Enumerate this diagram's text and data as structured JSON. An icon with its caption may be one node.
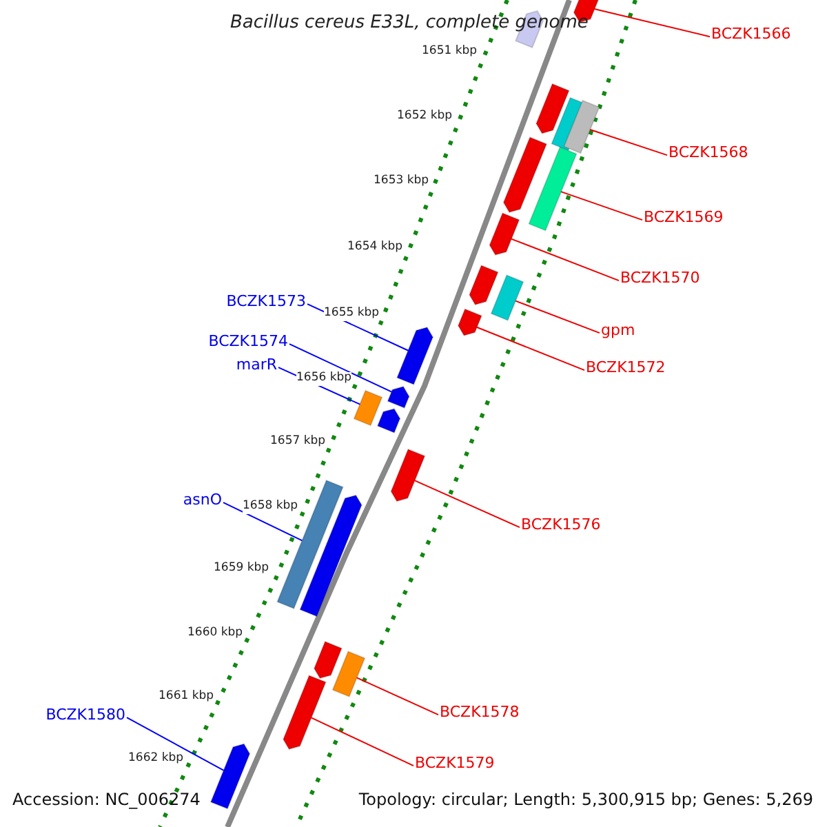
{
  "diagram": {
    "title": "Bacillus cereus E33L, complete genome",
    "nodes": [
      {
        "text": [
          "BCZK1566"
        ]
      },
      {
        "text": [
          "BCZK1568"
        ]
      },
      {
        "text": [
          "BCZK1569"
        ]
      },
      {
        "text": [
          "BCZK1570"
        ]
      },
      {
        "text": [
          "BCZK1573"
        ]
      },
      {
        "text": [
          "gpm"
        ]
      },
      {
        "text": [
          "BCZK1574"
        ]
      },
      {
        "text": [
          "marR"
        ]
      },
      {
        "text": [
          "BCZK1572"
        ]
      },
      {
        "text": [
          "asnO"
        ]
      },
      {
        "text": [
          "BCZK1576"
        ]
      },
      {
        "text": [
          "BCZK1578"
        ]
      },
      {
        "text": [
          "BCZK1580"
        ]
      },
      {
        "text": [
          "BCZK1579"
        ]
      },
      {
        "text": [],
        "shape": "bar"
      },
      {
        "text": [],
        "shape": "bar"
      },
      {
        "text": [],
        "shape": "bar"
      },
      {
        "text": [],
        "shape": "bar"
      },
      {
        "text": [],
        "shape": "bar"
      },
      {
        "text": [],
        "shape": "bar"
      },
      {
        "text": [],
        "shape": "bar"
      },
      {
        "text": [],
        "shape": "bar"
      },
      {
        "text": [],
        "shape": "bar"
      },
      {
        "text": [],
        "shape": "bar"
      },
      {
        "text": [],
        "shape": "bar"
      },
      {
        "text": [],
        "shape": "bar"
      },
      {
        "text": [],
        "shape": "bar"
      },
      {
        "text": [],
        "shape": "bar"
      },
      {
        "text": [],
        "shape": "bar"
      },
      {
        "text": [],
        "shape": "bar"
      },
      {
        "text": [],
        "shape": "bar"
      },
      {
        "text": [],
        "shape": "bar"
      },
      {
        "text": [],
        "shape": "bar"
      },
      {
        "text": [],
        "shape": "bar"
      },
      {
        "text": [],
        "shape": "bar"
      },
      {
        "text": [],
        "shape": "bar"
      }
    ],
    "edges": [
      {
        "from": 0,
        "to": 15,
        "arrow": "none"
      },
      {
        "from": 1,
        "to": 18,
        "arrow": "none"
      },
      {
        "from": 2,
        "to": 20,
        "arrow": "none"
      },
      {
        "from": 3,
        "to": 21,
        "arrow": "none"
      },
      {
        "from": 4,
        "to": 25,
        "arrow": "none",
        "color": "#0000ff"
      },
      {
        "from": 5,
        "to": 23,
        "arrow": "none"
      },
      {
        "from": 6,
        "to": 27,
        "arrow": "none",
        "color": "#0000ff"
      },
      {
        "from": 7,
        "to": 26,
        "arrow": "none",
        "color": "#0000ff"
      },
      {
        "from": 8,
        "to": 24,
        "arrow": "none"
      },
      {
        "from": 9,
        "to": 30,
        "arrow": "none",
        "color": "#0000ff"
      },
      {
        "from": 10,
        "to": 29,
        "arrow": "none"
      },
      {
        "from": 11,
        "to": 33,
        "arrow": "none"
      },
      {
        "from": 12,
        "to": 35,
        "arrow": "none",
        "color": "#0000ff"
      },
      {
        "from": 13,
        "to": 34,
        "arrow": "none"
      }
    ],
    "labels": [
      "1651 kbp",
      "1652 kbp",
      "1653 kbp",
      "1654 kbp",
      "1655 kbp",
      "1656 kbp",
      "1657 kbp",
      "1658 kbp",
      "1659 kbp",
      "1660 kbp",
      "1661 kbp",
      "1662 kbp",
      "Accession: NC_006274",
      "Topology: circular; Length: 5,300,915 bp; Genes: 5,269"
    ]
  }
}
